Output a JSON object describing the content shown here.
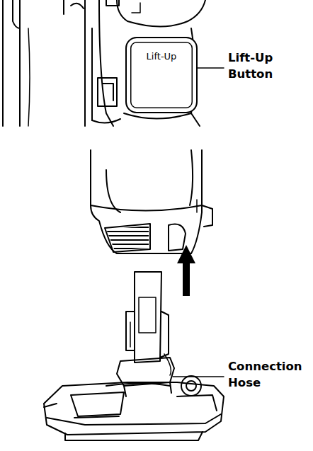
{
  "diagram": {
    "nodes": [
      {
        "text": [
          "Lift-Up"
        ]
      }
    ],
    "labels": [
      "Lift-Up Button",
      "Connection Hose"
    ]
  }
}
